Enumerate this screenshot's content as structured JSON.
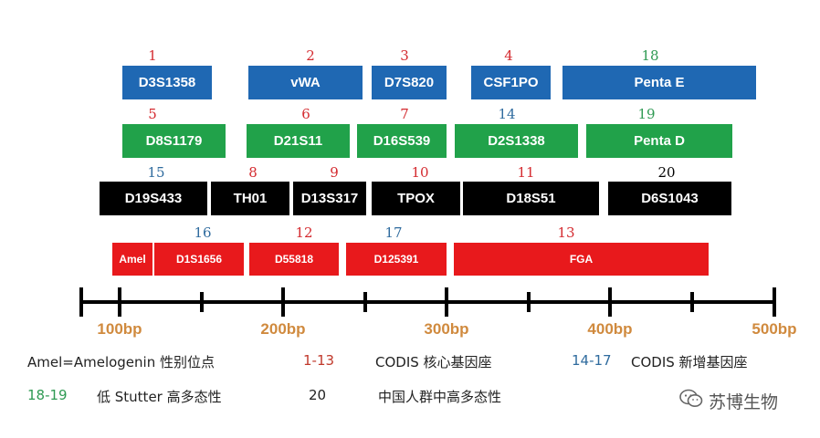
{
  "rows": {
    "row1": [
      {
        "name": "D3S1358",
        "num": "1",
        "num_color": "red"
      },
      {
        "name": "vWA",
        "num": "2",
        "num_color": "red"
      },
      {
        "name": "D7S820",
        "num": "3",
        "num_color": "red"
      },
      {
        "name": "CSF1PO",
        "num": "4",
        "num_color": "red"
      },
      {
        "name": "Penta E",
        "num": "18",
        "num_color": "green"
      }
    ],
    "row2": [
      {
        "name": "D8S1179",
        "num": "5",
        "num_color": "red"
      },
      {
        "name": "D21S11",
        "num": "6",
        "num_color": "red"
      },
      {
        "name": "D16S539",
        "num": "7",
        "num_color": "red"
      },
      {
        "name": "D2S1338",
        "num": "14",
        "num_color": "blue"
      },
      {
        "name": "Penta D",
        "num": "19",
        "num_color": "green"
      }
    ],
    "row3": [
      {
        "name": "D19S433",
        "num": "15",
        "num_color": "blue"
      },
      {
        "name": "TH01",
        "num": "8",
        "num_color": "red"
      },
      {
        "name": "D13S317",
        "num": "9",
        "num_color": "red"
      },
      {
        "name": "TPOX",
        "num": "10",
        "num_color": "red"
      },
      {
        "name": "D18S51",
        "num": "11",
        "num_color": "red"
      },
      {
        "name": "D6S1043",
        "num": "20",
        "num_color": "black"
      }
    ],
    "row4": [
      {
        "name": "Amel",
        "num": "",
        "num_color": "red"
      },
      {
        "name": "D1S1656",
        "num": "16",
        "num_color": "blue"
      },
      {
        "name": "D55818",
        "num": "12",
        "num_color": "red"
      },
      {
        "name": "D125391",
        "num": "17",
        "num_color": "blue"
      },
      {
        "name": "FGA",
        "num": "13",
        "num_color": "red"
      }
    ]
  },
  "axis": {
    "labels": [
      "100bp",
      "200bp",
      "300bp",
      "400bp",
      "500bp"
    ]
  },
  "legend": {
    "amel": "Amel=Amelogenin 性别位点",
    "codis_core_range": "1-13",
    "codis_core_label": "CODIS 核心基因座",
    "codis_new_range": "14-17",
    "codis_new_label": "CODIS 新增基因座",
    "low_stutter_range": "18-19",
    "low_stutter_label": "低 Stutter 高多态性",
    "chinese_num": "20",
    "chinese_label": "中国人群中高多态性"
  },
  "watermark": "苏博生物",
  "colors": {
    "blue": "#1f68b3",
    "green": "#21a24a",
    "black": "#000000",
    "red": "#e8191c",
    "axis_label": "#d08a3e"
  }
}
